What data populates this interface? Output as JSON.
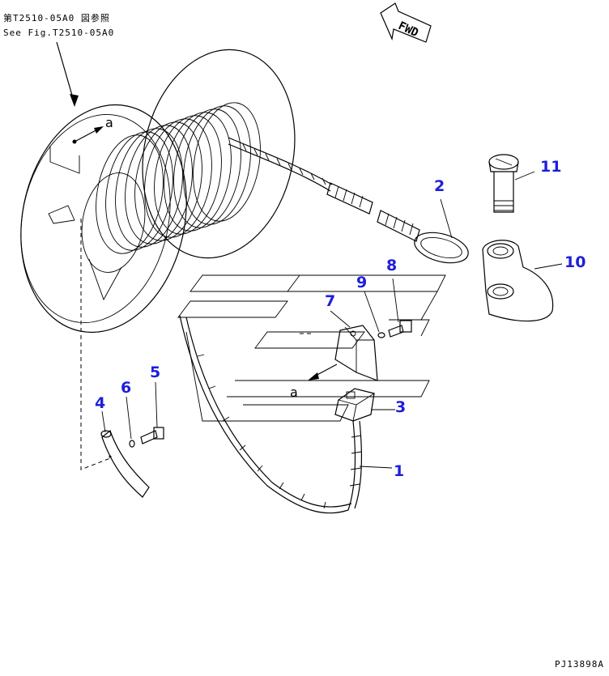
{
  "reference": {
    "japanese": "第T2510-05A0 図参照",
    "english": "See Fig.T2510-05A0"
  },
  "direction_label": "FWD",
  "drawing_code": "PJ13898A",
  "detail_letter": "a",
  "callouts": {
    "p1": "1",
    "p2": "2",
    "p3": "3",
    "p4": "4",
    "p5": "5",
    "p6": "6",
    "p7": "7",
    "p8": "8",
    "p9": "9",
    "p10": "10",
    "p11": "11"
  },
  "colors": {
    "callout": "#1e1edb",
    "line": "#000000",
    "background": "#ffffff"
  }
}
